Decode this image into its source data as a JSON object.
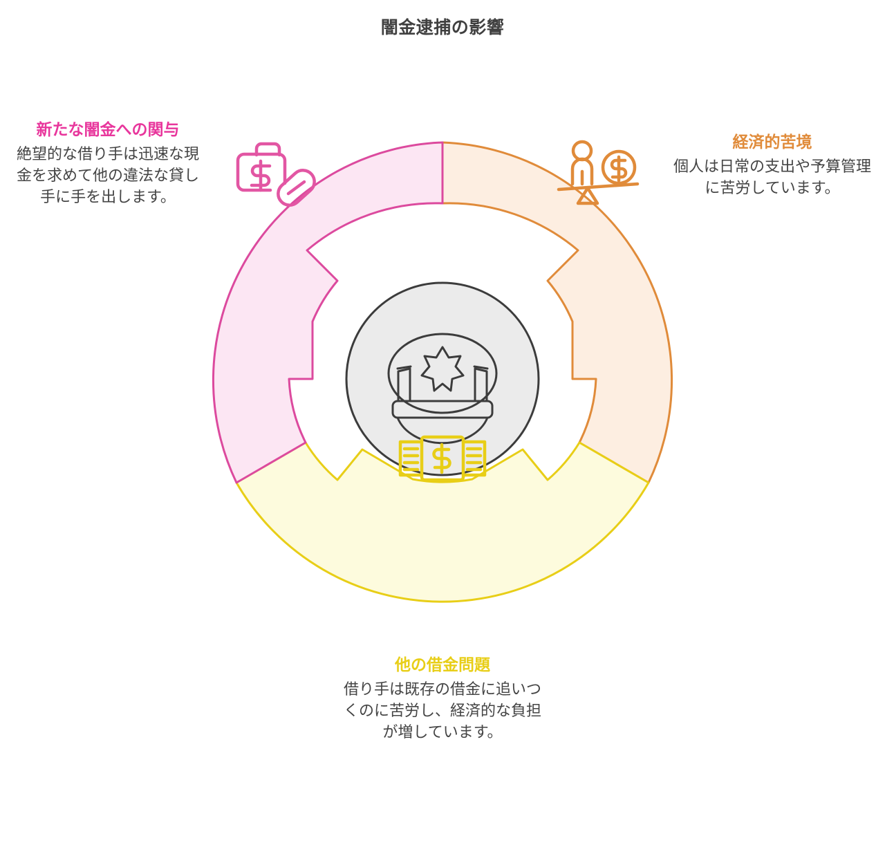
{
  "page": {
    "title": "闇金逮捕の影響",
    "background_color": "#ffffff",
    "title_color": "#404040"
  },
  "center": {
    "icon": "police-cap-icon",
    "circle_fill": "#ebebeb",
    "circle_stroke": "#3c3c3c"
  },
  "chart_data": {
    "type": "pie",
    "title": "闇金逮捕の影響",
    "layout": "donut-3-segment",
    "segment_count": 3,
    "segment_angle_degrees": 120,
    "start_angle_degrees": 0,
    "categories": [
      "経済的苦境",
      "他の借金問題",
      "新たな闇金への関与"
    ],
    "values": [
      33.3,
      33.3,
      33.3
    ],
    "legend_position": "outside-labels"
  },
  "segments": [
    {
      "id": "economic-hardship",
      "position": "right",
      "heading": "経済的苦境",
      "body": "個人は日常の支出や予算管理に苦労しています。",
      "heading_color": "#e08b3a",
      "fill": "#fdeee1",
      "stroke": "#e08b3a",
      "icon": "person-money-balance-scale-icon",
      "angle_start_degrees": 0,
      "angle_end_degrees": 120
    },
    {
      "id": "other-debt-problems",
      "position": "bottom",
      "heading": "他の借金問題",
      "body": "借り手は既存の借金に追いつくのに苦労し、経済的な負担が増しています。",
      "heading_color": "#e8ce17",
      "fill": "#fdfbdd",
      "stroke": "#e8ce17",
      "icon": "banknotes-cash-icon",
      "angle_start_degrees": 120,
      "angle_end_degrees": 240
    },
    {
      "id": "new-loanshark-involvement",
      "position": "left",
      "heading": "新たな闇金への関与",
      "body": "絶望的な借り手は迅速な現金を求めて他の違法な貸し手に手を出します。",
      "heading_color": "#e8369c",
      "fill": "#fce6f3",
      "stroke": "#dc4a9e",
      "icon": "briefcase-dollar-pill-icon",
      "angle_start_degrees": 240,
      "angle_end_degrees": 360
    }
  ]
}
